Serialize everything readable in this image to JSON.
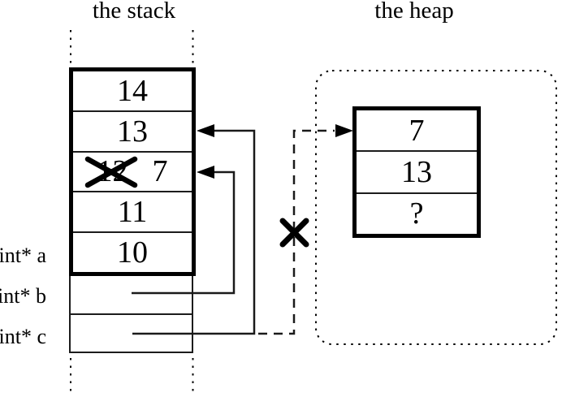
{
  "titles": {
    "stack": "the stack",
    "heap": "the heap"
  },
  "stack": {
    "cells": [
      {
        "value": "14"
      },
      {
        "value": "13"
      },
      {
        "value": "12",
        "crossed": true,
        "new_value": "7"
      },
      {
        "value": "11"
      },
      {
        "value": "10"
      }
    ],
    "variables": [
      {
        "label": "int* a"
      },
      {
        "label": "int* b"
      },
      {
        "label": "int* c"
      }
    ]
  },
  "heap": {
    "cells": [
      {
        "value": "7"
      },
      {
        "value": "13"
      },
      {
        "value": "?"
      }
    ]
  },
  "icons": {
    "crossed_out_value": "x-mark",
    "broken_pointer": "x-mark"
  },
  "colors": {
    "ink": "#000000",
    "paper": "#ffffff"
  }
}
